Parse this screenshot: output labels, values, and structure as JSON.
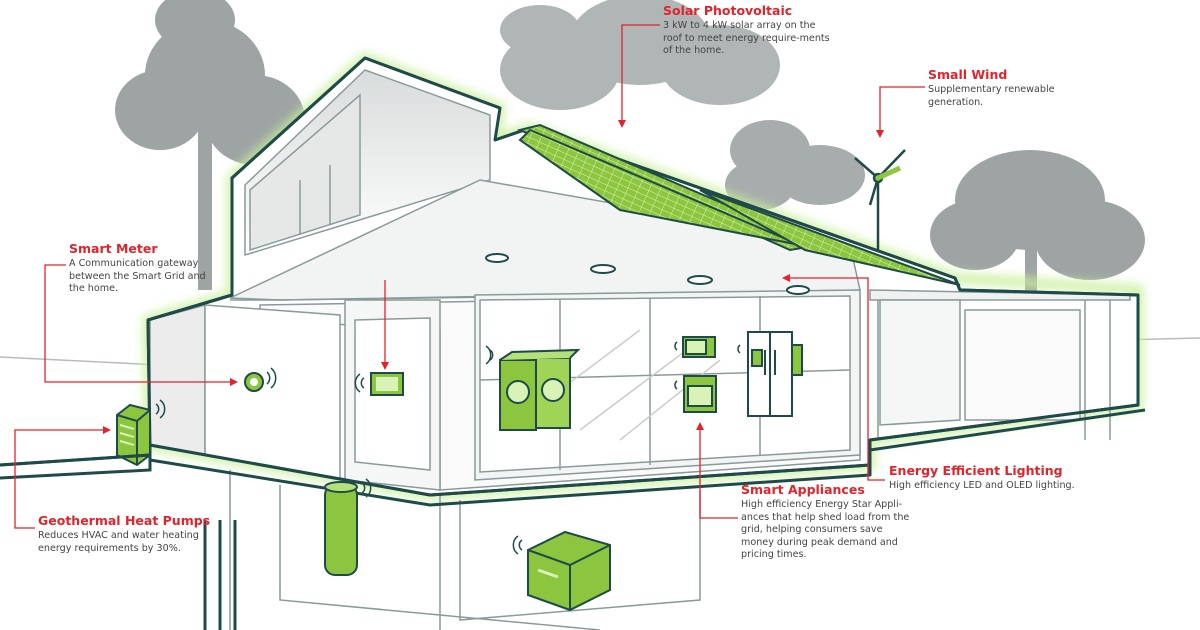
{
  "callouts": {
    "solar": {
      "title": "Solar Photovoltaic",
      "desc": "3 kW to 4 kW solar array on the roof to meet energy require-ments of the home."
    },
    "wind": {
      "title": "Small Wind",
      "desc": "Supplementary renewable generation."
    },
    "meter": {
      "title": "Smart Meter",
      "desc": "A Communication gateway between the Smart Grid and the home."
    },
    "lighting": {
      "title": "Energy Efficient Lighting",
      "desc": "High efficiency LED and OLED lighting."
    },
    "appliances": {
      "title": "Smart Appliances",
      "desc": "High efficiency Energy Star Appli-ances that help shed load from the grid, helping consumers save money during peak demand and pricing times."
    },
    "geothermal": {
      "title": "Geothermal Heat Pumps",
      "desc": "Reduces HVAC and water heating energy requirements by 30%."
    }
  },
  "colors": {
    "accent_red": "#e2232b",
    "eco_green": "#8cc63f",
    "glow_green": "#c8ef9a",
    "outline_teal": "#1f4a4a",
    "tree_gray": "#9ea4a4"
  },
  "icons": [
    "tree-icon",
    "solar-panel-icon",
    "wind-turbine-icon",
    "smart-meter-icon",
    "thermostat-icon",
    "washer-dryer-icon",
    "microwave-icon",
    "oven-icon",
    "refrigerator-icon",
    "heat-pump-icon",
    "water-heater-icon",
    "geothermal-unit-icon",
    "ceiling-light-icon",
    "wireless-signal-icon"
  ]
}
